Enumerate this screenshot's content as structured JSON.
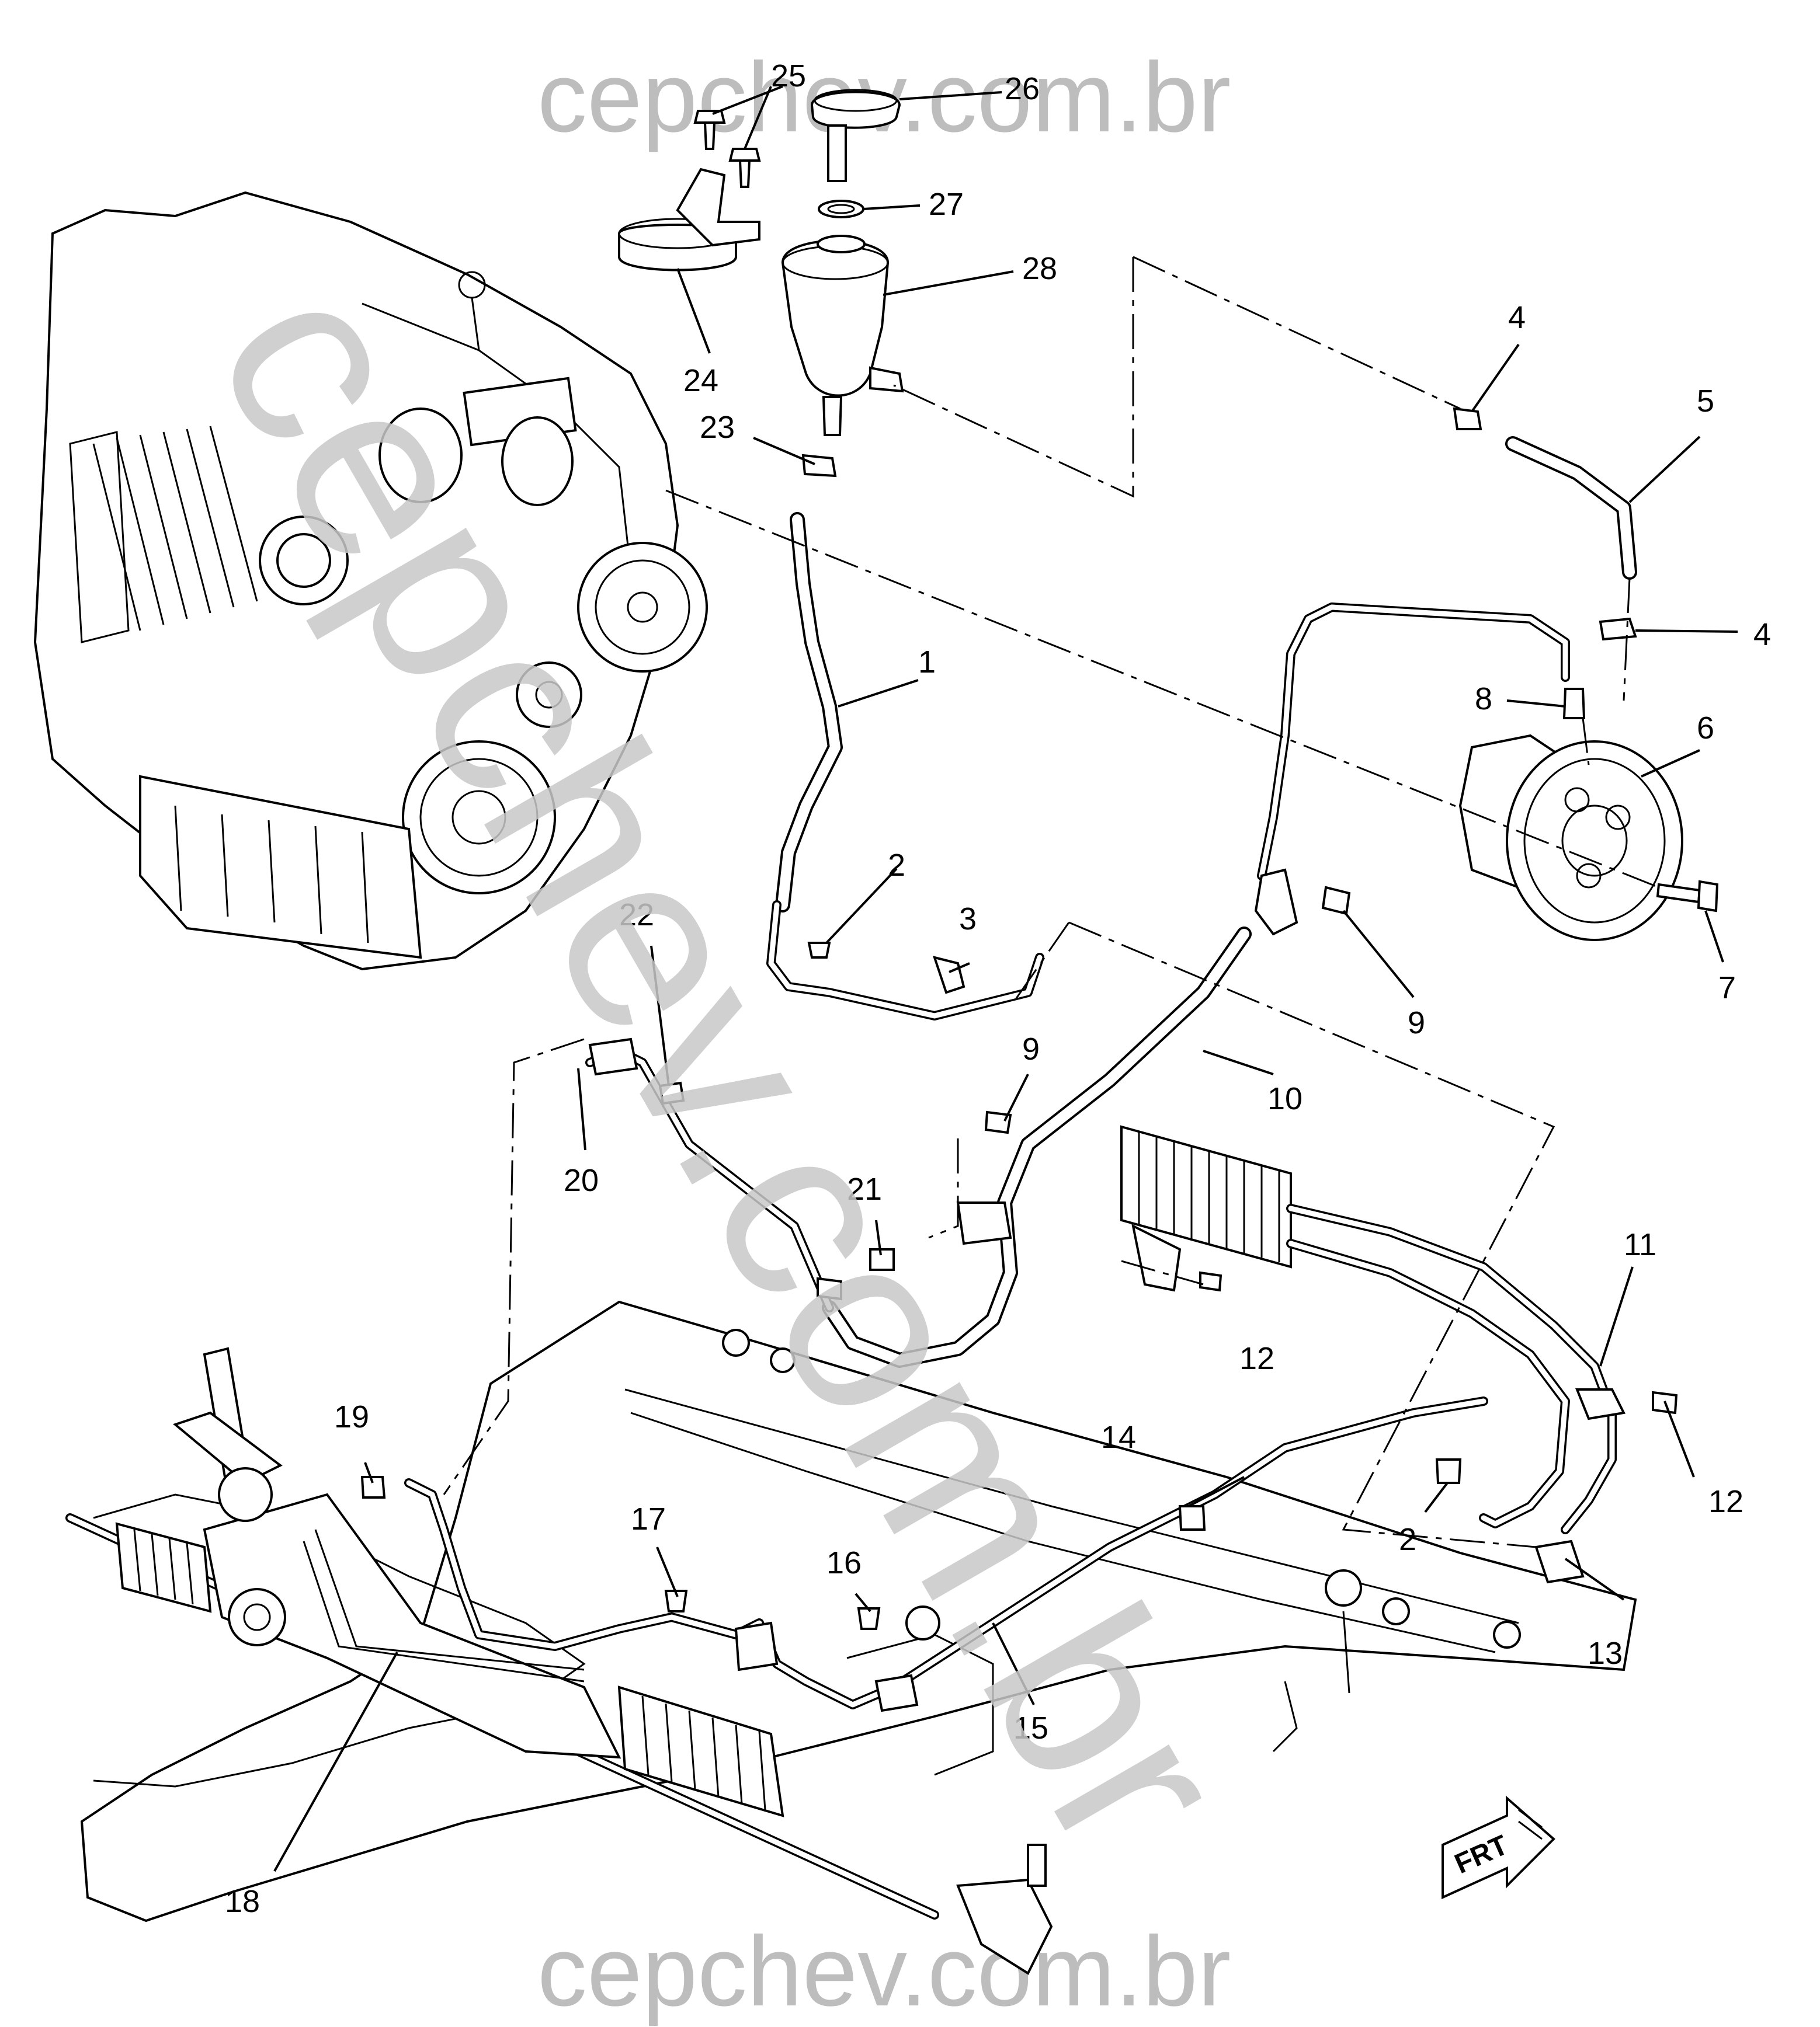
{
  "watermark": {
    "top": "cepchev.com.br",
    "bottom": "cepchev.com.br",
    "diagonal": "cepchev.com.br",
    "color": "#bdbdbd"
  },
  "callouts": [
    {
      "id": "1",
      "text": "1"
    },
    {
      "id": "2a",
      "text": "2"
    },
    {
      "id": "2b",
      "text": "2"
    },
    {
      "id": "3",
      "text": "3"
    },
    {
      "id": "4a",
      "text": "4"
    },
    {
      "id": "4b",
      "text": "4"
    },
    {
      "id": "5",
      "text": "5"
    },
    {
      "id": "6",
      "text": "6"
    },
    {
      "id": "7",
      "text": "7"
    },
    {
      "id": "8",
      "text": "8"
    },
    {
      "id": "9a",
      "text": "9"
    },
    {
      "id": "9b",
      "text": "9"
    },
    {
      "id": "10",
      "text": "10"
    },
    {
      "id": "11",
      "text": "11"
    },
    {
      "id": "12a",
      "text": "12"
    },
    {
      "id": "12b",
      "text": "12"
    },
    {
      "id": "13",
      "text": "13"
    },
    {
      "id": "14",
      "text": "14"
    },
    {
      "id": "15",
      "text": "15"
    },
    {
      "id": "16",
      "text": "16"
    },
    {
      "id": "17",
      "text": "17"
    },
    {
      "id": "18",
      "text": "18"
    },
    {
      "id": "19",
      "text": "19"
    },
    {
      "id": "20",
      "text": "20"
    },
    {
      "id": "21",
      "text": "21"
    },
    {
      "id": "22",
      "text": "22"
    },
    {
      "id": "23",
      "text": "23"
    },
    {
      "id": "24",
      "text": "24"
    },
    {
      "id": "25",
      "text": "25"
    },
    {
      "id": "26",
      "text": "26"
    },
    {
      "id": "27",
      "text": "27"
    },
    {
      "id": "28",
      "text": "28"
    }
  ],
  "orientation_badge": {
    "text": "FRT",
    "icon": "front-arrow-icon"
  }
}
